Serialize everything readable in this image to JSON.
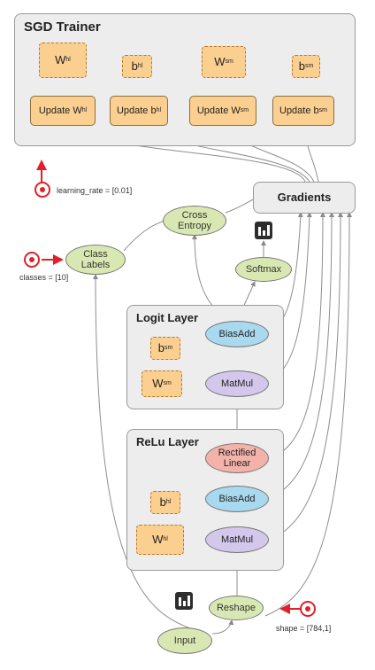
{
  "groups": {
    "sgd_trainer": "SGD Trainer",
    "logit_layer": "Logit Layer",
    "relu_layer": "ReLu Layer"
  },
  "trainer": {
    "vars": [
      {
        "base": "W",
        "sub": "hl"
      },
      {
        "base": "b",
        "sub": "hl"
      },
      {
        "base": "W",
        "sub": "sm"
      },
      {
        "base": "b",
        "sub": "sm"
      }
    ],
    "updates": [
      {
        "base": "Update W",
        "sub": "hl"
      },
      {
        "base": "Update b",
        "sub": "hl"
      },
      {
        "base": "Update W",
        "sub": "sm"
      },
      {
        "base": "Update b",
        "sub": "sm"
      }
    ]
  },
  "nodes": {
    "gradients": "Gradients",
    "cross_entropy_1": "Cross",
    "cross_entropy_2": "Entropy",
    "class_labels_1": "Class",
    "class_labels_2": "Labels",
    "softmax": "Softmax",
    "biasadd_logit": "BiasAdd",
    "matmul_logit": "MatMul",
    "rectified_1": "Rectified",
    "rectified_2": "Linear",
    "biasadd_relu": "BiasAdd",
    "matmul_relu": "MatMul",
    "reshape": "Reshape",
    "input": "Input",
    "b_sm": {
      "base": "b",
      "sub": "sm"
    },
    "W_sm": {
      "base": "W",
      "sub": "sm"
    },
    "b_hl": {
      "base": "b",
      "sub": "hl"
    },
    "W_hl": {
      "base": "W",
      "sub": "hl"
    }
  },
  "params": {
    "learning_rate": "learning_rate = [0.01]",
    "classes": "classes = [10]",
    "shape": "shape = [784,1]"
  },
  "icons": [
    "bar-chart-icon",
    "bar-chart-icon"
  ],
  "colors": {
    "param_red": "#e0202a",
    "update_orange": "#fbcf8f",
    "green_node": "#d9e8b2",
    "blue_node": "#a9d9ef",
    "purple_node": "#d3c8ec",
    "pink_node": "#f4b3aa"
  }
}
